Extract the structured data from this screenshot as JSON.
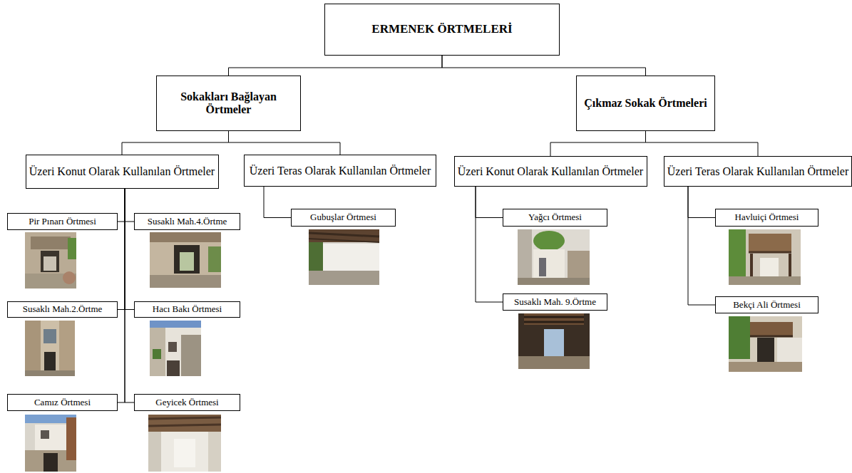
{
  "diagram": {
    "nodes": [
      {
        "text": [
          "ERMENEK ÖRTMELERİ"
        ]
      },
      {
        "text": [
          "Sokakları Bağlayan Örtmeler"
        ]
      },
      {
        "text": [
          "Çıkmaz Sokak Örtmeleri"
        ]
      },
      {
        "text": [
          "Üzeri Konut Olarak Kullanılan Örtmeler"
        ]
      },
      {
        "text": [
          "Üzeri Teras Olarak Kullanılan Örtmeler"
        ]
      },
      {
        "text": [
          "Üzeri Konut Olarak Kullanılan Örtmeler"
        ]
      },
      {
        "text": [
          "Üzeri Teras Olarak Kullanılan Örtmeler"
        ]
      },
      {
        "text": [
          "Pir Pınarı Örtmesi"
        ]
      },
      {
        "text": [
          "Susaklı Mah.4.Örtme"
        ]
      },
      {
        "text": [
          "Susaklı Mah.2.Örtme"
        ]
      },
      {
        "text": [
          "Hacı Bakı Örtmesi"
        ]
      },
      {
        "text": [
          "Camız Örtmesi"
        ]
      },
      {
        "text": [
          "Geyicek Örtmesi"
        ]
      },
      {
        "text": [
          "Gubuşlar Örtmesi"
        ]
      },
      {
        "text": [
          "Yağcı Örtmesi"
        ]
      },
      {
        "text": [
          "Susaklı Mah. 9.Örtme"
        ]
      },
      {
        "text": [
          "Havluiçi Örtmesi"
        ]
      },
      {
        "text": [
          "Bekçi Ali Örtmesi"
        ]
      }
    ],
    "edges": [
      {
        "from": 0,
        "to": 1,
        "arrow": "none"
      },
      {
        "from": 0,
        "to": 2,
        "arrow": "none"
      },
      {
        "from": 1,
        "to": 3,
        "arrow": "none"
      },
      {
        "from": 1,
        "to": 4,
        "arrow": "none"
      },
      {
        "from": 2,
        "to": 5,
        "arrow": "none"
      },
      {
        "from": 2,
        "to": 6,
        "arrow": "none"
      },
      {
        "from": 3,
        "to": 7,
        "arrow": "none"
      },
      {
        "from": 3,
        "to": 8,
        "arrow": "none"
      },
      {
        "from": 3,
        "to": 9,
        "arrow": "none"
      },
      {
        "from": 3,
        "to": 10,
        "arrow": "none"
      },
      {
        "from": 3,
        "to": 11,
        "arrow": "none"
      },
      {
        "from": 3,
        "to": 12,
        "arrow": "none"
      },
      {
        "from": 4,
        "to": 13,
        "arrow": "none"
      },
      {
        "from": 5,
        "to": 14,
        "arrow": "none"
      },
      {
        "from": 5,
        "to": 15,
        "arrow": "none"
      },
      {
        "from": 6,
        "to": 16,
        "arrow": "none"
      },
      {
        "from": 6,
        "to": 17,
        "arrow": "none"
      }
    ]
  }
}
